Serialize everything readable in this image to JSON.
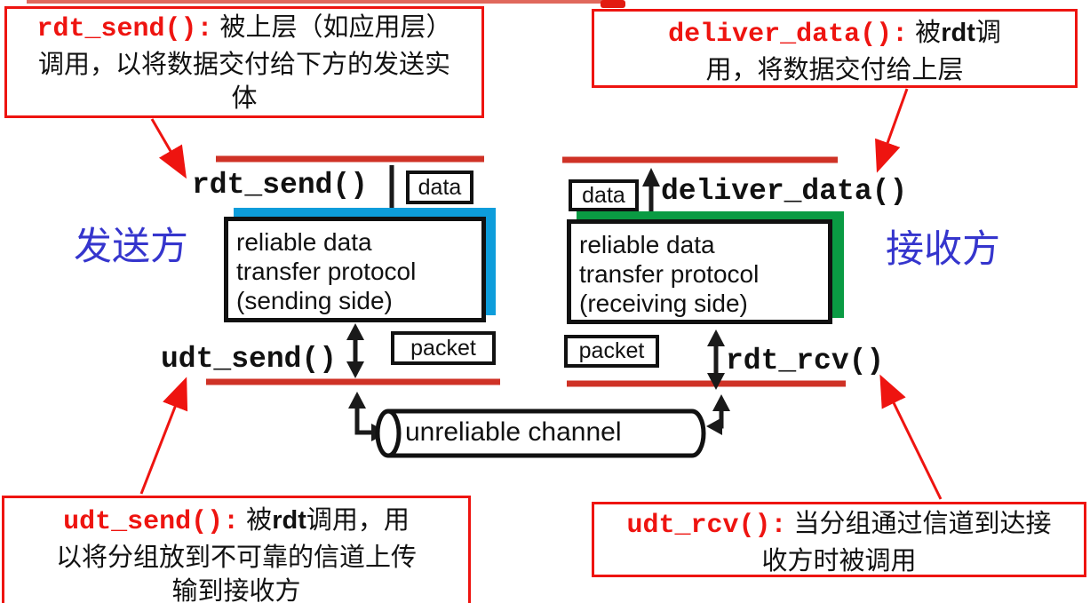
{
  "colors": {
    "callout_red": "#ee1410",
    "layer_line_red": "#cf3226",
    "sender_shadow_blue": "#0d9ddb",
    "receiver_shadow_green": "#0a9b43",
    "side_label_blue": "#3535cd",
    "ink_black": "#111111"
  },
  "callouts": {
    "rdt_send": {
      "code": "rdt_send():",
      "text": "被上层（如应用层）\n调用，以将数据交付给下方的发送实\n体"
    },
    "deliver_data": {
      "code": "deliver_data():",
      "pre": "被",
      "em": "rdt",
      "post": "调\n用，将数据交付给上层"
    },
    "udt_send": {
      "code": "udt_send():",
      "pre": "被",
      "em": "rdt",
      "post": "调用，用\n以将分组放到不可靠的信道上传\n输到接收方"
    },
    "udt_rcv": {
      "code": "udt_rcv():",
      "text": "当分组通过信道到达接\n收方时被调用"
    }
  },
  "diagram": {
    "sender_side_label": "发送方",
    "receiver_side_label": "接收方",
    "rdt_send_label": "rdt_send()",
    "deliver_data_label": "deliver_data()",
    "udt_send_label": "udt_send()",
    "rdt_rcv_label": "rdt_rcv()",
    "data_tag_left": "data",
    "data_tag_right": "data",
    "packet_tag_left": "packet",
    "packet_tag_right": "packet",
    "sender_box_text": "reliable data\ntransfer protocol\n(sending side)",
    "receiver_box_text": "reliable data\ntransfer protocol\n(receiving side)",
    "channel_label": "unreliable channel"
  }
}
